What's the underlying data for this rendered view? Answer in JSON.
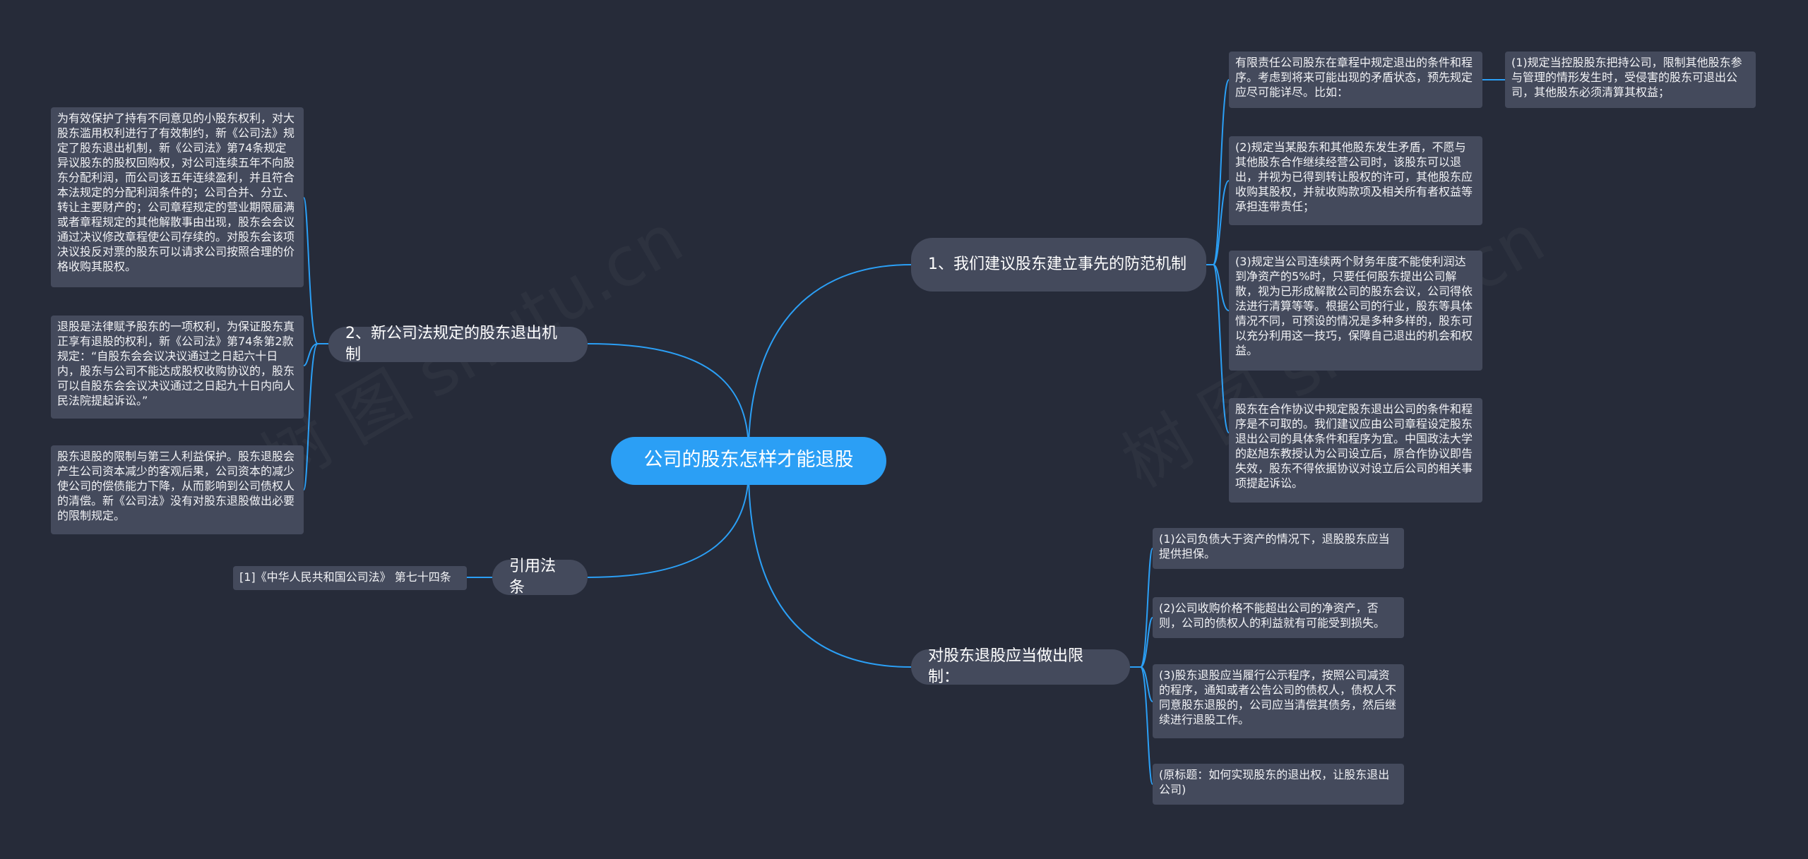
{
  "root": {
    "label": "公司的股东怎样才能退股"
  },
  "branches": {
    "prevent": {
      "label": "1、我们建议股东建立事先的防范机制",
      "items": [
        "有限责任公司股东在章程中规定退出的条件和程序。考虑到将来可能出现的矛盾状态，预先规定应尽可能详尽。比如：",
        "(2)规定当某股东和其他股东发生矛盾，不愿与其他股东合作继续经营公司时，该股东可以退出，并视为已得到转让股权的许可，其他股东应收购其股权，并就收购款项及相关所有者权益等承担连带责任；",
        "(3)规定当公司连续两个财务年度不能使利润达到净资产的5%时，只要任何股东提出公司解散，视为已形成解散公司的股东会议，公司得依法进行清算等等。根据公司的行业，股东等具体情况不同，可预设的情况是多种多样的，股东可以充分利用这一技巧，保障自己退出的机会和权益。",
        "股东在合作协议中规定股东退出公司的条件和程序是不可取的。我们建议应由公司章程设定股东退出公司的具体条件和程序为宜。中国政法大学的赵旭东教授认为公司设立后，原合作协议即告失效，股东不得依据协议对设立后公司的相关事项提起诉讼。"
      ],
      "sub_item": "(1)规定当控股股东把持公司，限制其他股东参与管理的情形发生时，受侵害的股东可退出公司，其他股东必须清算其权益；"
    },
    "newlaw": {
      "label": "2、新公司法规定的股东退出机制",
      "items": [
        "为有效保护了持有不同意见的小股东权利，对大股东滥用权利进行了有效制约，新《公司法》规定了股东退出机制，新《公司法》第74条规定异议股东的股权回购权，对公司连续五年不向股东分配利润，而公司该五年连续盈利，并且符合本法规定的分配利润条件的；公司合并、分立、转让主要财产的；公司章程规定的营业期限届满或者章程规定的其他解散事由出现，股东会会议通过决议修改章程使公司存续的。对股东会该项决议投反对票的股东可以请求公司按照合理的价格收购其股权。",
        "退股是法律赋予股东的一项权利，为保证股东真正享有退股的权利，新《公司法》第74条第2款规定：“自股东会会议决议通过之日起六十日内，股东与公司不能达成股权收购协议的，股东可以自股东会会议决议通过之日起九十日内向人民法院提起诉讼。”",
        "股东退股的限制与第三人利益保护。股东退股会产生公司资本减少的客观后果，公司资本的减少使公司的偿债能力下降，从而影响到公司债权人的清偿。新《公司法》没有对股东退股做出必要的限制规定。"
      ]
    },
    "cite": {
      "label": "引用法条",
      "items": [
        "[1]《中华人民共和国公司法》 第七十四条"
      ]
    },
    "limits": {
      "label": "对股东退股应当做出限制：",
      "items": [
        "(1)公司负债大于资产的情况下，退股股东应当提供担保。",
        "(2)公司收购价格不能超出公司的净资产，否则，公司的债权人的利益就有可能受到损失。",
        "(3)股东退股应当履行公示程序，按照公司减资的程序，通知或者公告公司的债权人，债权人不同意股东退股的，公司应当清偿其债务，然后继续进行退股工作。",
        "(原标题：如何实现股东的退出权，让股东退出公司)"
      ]
    }
  },
  "colors": {
    "background": "#262b39",
    "root": "#2b9ff5",
    "node": "#444a5c",
    "line": "#2b9ff5"
  }
}
